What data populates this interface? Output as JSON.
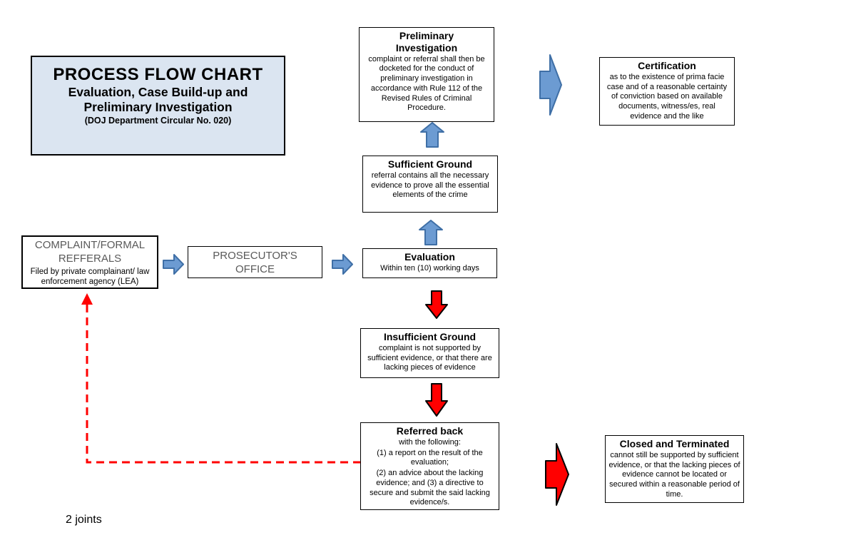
{
  "colors": {
    "title_box_bg": "#dbe5f1",
    "blue_fill": "#6c9bd2",
    "blue_stroke": "#3f6fa6",
    "red_fill": "#ff0000",
    "arrow_outline": "#000000",
    "gray_text": "#595959"
  },
  "title_box": {
    "heading": "PROCESS FLOW CHART",
    "subheading_line1": "Evaluation, Case Build-up and",
    "subheading_line2": "Preliminary Investigation",
    "circular": "(DOJ Department Circular No. 020)"
  },
  "nodes": {
    "preliminary_investigation": {
      "title": "Preliminary Investigation",
      "body": "complaint or referral shall then be docketed for the conduct of preliminary investigation in accordance with Rule 112 of the Revised Rules of Criminal Procedure."
    },
    "certification": {
      "title": "Certification",
      "body": "as to the existence of prima facie case and of a reasonable certainty of conviction based on available documents, witness/es, real evidence and the like"
    },
    "sufficient_ground": {
      "title": "Sufficient Ground",
      "body": "referral contains all the necessary evidence to prove all the essential elements of the crime"
    },
    "evaluation": {
      "title": "Evaluation",
      "body": "Within ten (10) working days"
    },
    "complaint_formal_referrals": {
      "title_line1": "COMPLAINT/FORMAL",
      "title_line2": "REFFERALS",
      "body": "Filed by private complainant/ law enforcement agency (LEA)"
    },
    "prosecutors_office": {
      "title_line1": "PROSECUTOR'S",
      "title_line2": "OFFICE"
    },
    "insufficient_ground": {
      "title": "Insufficient Ground",
      "body": "complaint is not supported by sufficient evidence, or that there are lacking pieces of evidence"
    },
    "referred_back": {
      "title": "Referred back",
      "body_line1": "with the following:",
      "body_line2": "(1) a report on the result of the evaluation;",
      "body_line3": "(2) an advice about the lacking evidence; and (3) a directive to secure and submit the said lacking evidence/s."
    },
    "closed_and_terminated": {
      "title": "Closed and Terminated",
      "body": "cannot still be supported by sufficient evidence, or that the lacking pieces of evidence cannot be located or secured within a reasonable period of time."
    }
  },
  "footnote": "2 joints"
}
